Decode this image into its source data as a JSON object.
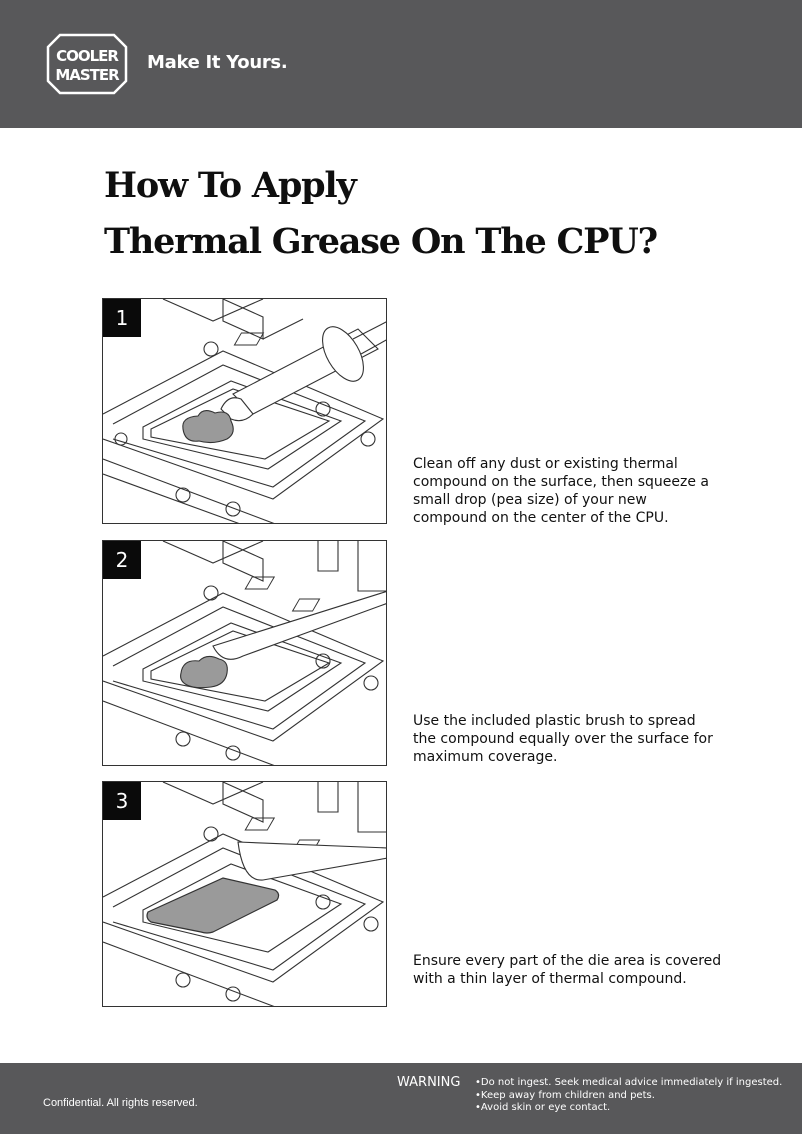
{
  "brand": {
    "logo_line1": "COOLER",
    "logo_line2": "MASTER",
    "tagline": "Make It Yours."
  },
  "title": {
    "line1": "How To Apply",
    "line2": "Thermal Grease On The CPU?"
  },
  "steps": [
    {
      "number": "1",
      "text": "Clean off any dust or existing thermal compound on the surface, then squeeze a small drop (pea size) of your new compound on the center of the CPU."
    },
    {
      "number": "2",
      "text": "Use the included plastic brush to spread the compound equally over the surface for maximum coverage."
    },
    {
      "number": "3",
      "text": "Ensure every part of the die area is covered with a thin layer of thermal compound."
    }
  ],
  "footer": {
    "confidential": "Confidential. All rights reserved.",
    "warning_label": "WARNING",
    "warnings": [
      "Do not ingest. Seek medical advice immediately if ingested.",
      "Keep away from children and pets.",
      "Avoid skin or eye contact."
    ]
  },
  "colors": {
    "header_bg": "#58585a",
    "grease": "#9a9a9a"
  }
}
